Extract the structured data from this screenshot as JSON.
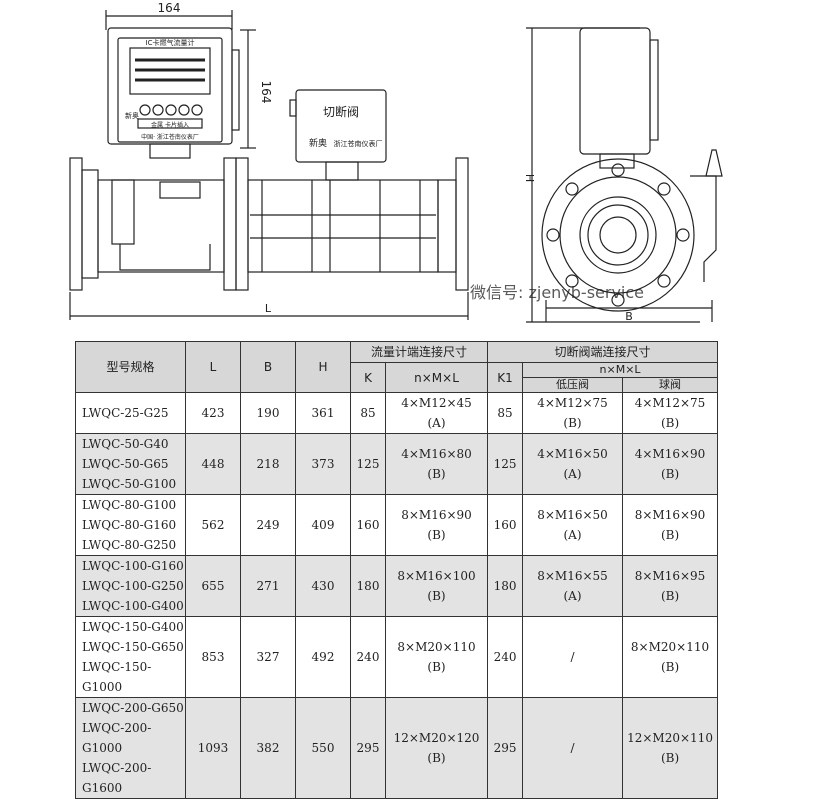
{
  "drawing": {
    "front_view": {
      "dim_width": "164",
      "dim_height": "164",
      "dim_length": "L",
      "display_title": "IC卡燃气流量计",
      "display_brand": "新奥",
      "display_card": "金属 卡片插入",
      "display_footer": "中国· 浙江苍南仪表厂",
      "valve_label": "切断阀",
      "valve_brand": "新奥",
      "valve_maker": "浙江苍南仪表厂"
    },
    "side_view": {
      "dim_height": "H",
      "dim_width": "B"
    },
    "watermark": "微信号: zjenyb-service"
  },
  "table": {
    "headers": {
      "model": "型号规格",
      "L": "L",
      "B": "B",
      "H": "H",
      "meter_group": "流量计端连接尺寸",
      "K": "K",
      "nML_meter": "n×M×L",
      "valve_group": "切断阀端连接尺寸",
      "K1": "K1",
      "nML_valve": "n×M×L",
      "low_pressure": "低压阀",
      "ball_valve": "球阀"
    },
    "rows": [
      {
        "models": [
          "LWQC-25-G25"
        ],
        "L": "423",
        "B": "190",
        "H": "361",
        "K": "85",
        "meter": [
          "4×M12×45",
          "(A)"
        ],
        "K1": "85",
        "low": [
          "4×M12×75",
          "(B)"
        ],
        "ball": [
          "4×M12×75",
          "(B)"
        ]
      },
      {
        "models": [
          "LWQC-50-G40",
          "LWQC-50-G65",
          "LWQC-50-G100"
        ],
        "L": "448",
        "B": "218",
        "H": "373",
        "K": "125",
        "meter": [
          "4×M16×80",
          "(B)"
        ],
        "K1": "125",
        "low": [
          "4×M16×50",
          "(A)"
        ],
        "ball": [
          "4×M16×90",
          "(B)"
        ]
      },
      {
        "models": [
          "LWQC-80-G100",
          "LWQC-80-G160",
          "LWQC-80-G250"
        ],
        "L": "562",
        "B": "249",
        "H": "409",
        "K": "160",
        "meter": [
          "8×M16×90",
          "(B)"
        ],
        "K1": "160",
        "low": [
          "8×M16×50",
          "(A)"
        ],
        "ball": [
          "8×M16×90",
          "(B)"
        ]
      },
      {
        "models": [
          "LWQC-100-G160",
          "LWQC-100-G250",
          "LWQC-100-G400"
        ],
        "L": "655",
        "B": "271",
        "H": "430",
        "K": "180",
        "meter": [
          "8×M16×100",
          "(B)"
        ],
        "K1": "180",
        "low": [
          "8×M16×55",
          "(A)"
        ],
        "ball": [
          "8×M16×95",
          "(B)"
        ]
      },
      {
        "models": [
          "LWQC-150-G400",
          "LWQC-150-G650",
          "LWQC-150-G1000"
        ],
        "L": "853",
        "B": "327",
        "H": "492",
        "K": "240",
        "meter": [
          "8×M20×110",
          "(B)"
        ],
        "K1": "240",
        "low": [
          "/"
        ],
        "ball": [
          "8×M20×110",
          "(B)"
        ]
      },
      {
        "models": [
          "LWQC-200-G650",
          "LWQC-200-G1000",
          "LWQC-200-G1600"
        ],
        "L": "1093",
        "B": "382",
        "H": "550",
        "K": "295",
        "meter": [
          "12×M20×120",
          "(B)"
        ],
        "K1": "295",
        "low": [
          "/"
        ],
        "ball": [
          "12×M20×110",
          "(B)"
        ]
      }
    ]
  }
}
